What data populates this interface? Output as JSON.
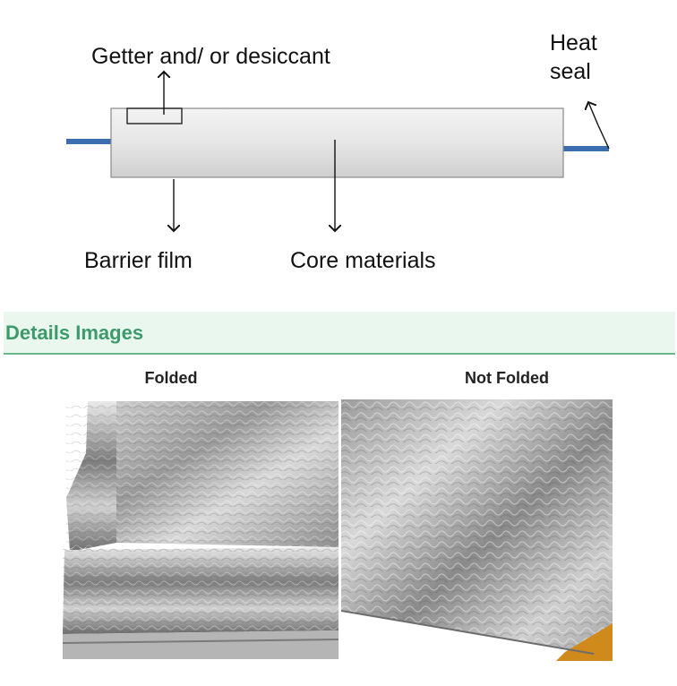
{
  "diagram": {
    "labels": {
      "getter": "Getter and/ or desiccant",
      "heat_seal_line1": "Heat",
      "heat_seal_line2": "seal",
      "barrier": "Barrier film",
      "core": "Core materials"
    }
  },
  "details": {
    "title": "Details Images",
    "captions": {
      "folded": "Folded",
      "not_folded": "Not Folded"
    }
  },
  "colors": {
    "accent": "#3d9a6a",
    "header_bg": "#e9f7ef",
    "seal_blue": "#3a6eb0",
    "foil_edge": "#d08a1c"
  }
}
